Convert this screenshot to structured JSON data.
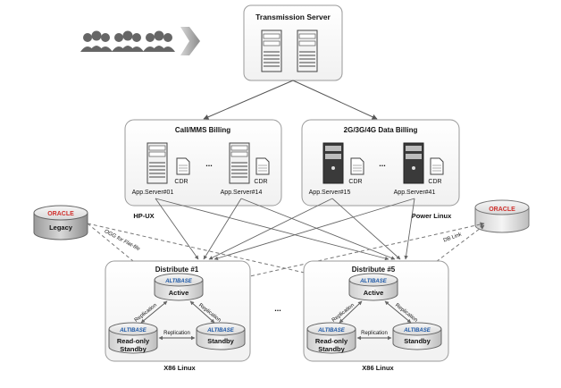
{
  "transmission": {
    "title": "Transmission Server"
  },
  "call_billing": {
    "title": "Call/MMS Billing",
    "servers": [
      "App.Server#01",
      "App.Server#14"
    ],
    "platform": "HP-UX"
  },
  "data_billing": {
    "title": "2G/3G/4G Data Billing",
    "servers": [
      "App.Server#15",
      "App.Server#41"
    ],
    "platform": "Power Linux"
  },
  "cdr_label": "CDR",
  "ellipsis": "...",
  "oracle": {
    "brand": "ORACLE",
    "legacy_label": "Legacy",
    "ogg_label": "OGG for Flat-file",
    "dblink_label": "DB Link"
  },
  "distribute": [
    {
      "title": "Distribute #1",
      "platform": "X86 Linux",
      "brand": "ALTIBASE",
      "active": "Active",
      "readonly": [
        "Read-only",
        "Standby"
      ],
      "standby": "Standby",
      "replication": "Replication"
    },
    {
      "title": "Distribute #5",
      "platform": "X86 Linux",
      "brand": "ALTIBASE",
      "active": "Active",
      "readonly": [
        "Read-only",
        "Standby"
      ],
      "standby": "Standby",
      "replication": "Replication"
    }
  ],
  "colors": {
    "oracle_red": "#d0312d",
    "altibase_blue": "#1a56a6",
    "panel_border": "#9a9a9a"
  },
  "icons": [
    "users-icon",
    "arrow-right-icon",
    "server-icon",
    "document-icon",
    "database-icon"
  ]
}
